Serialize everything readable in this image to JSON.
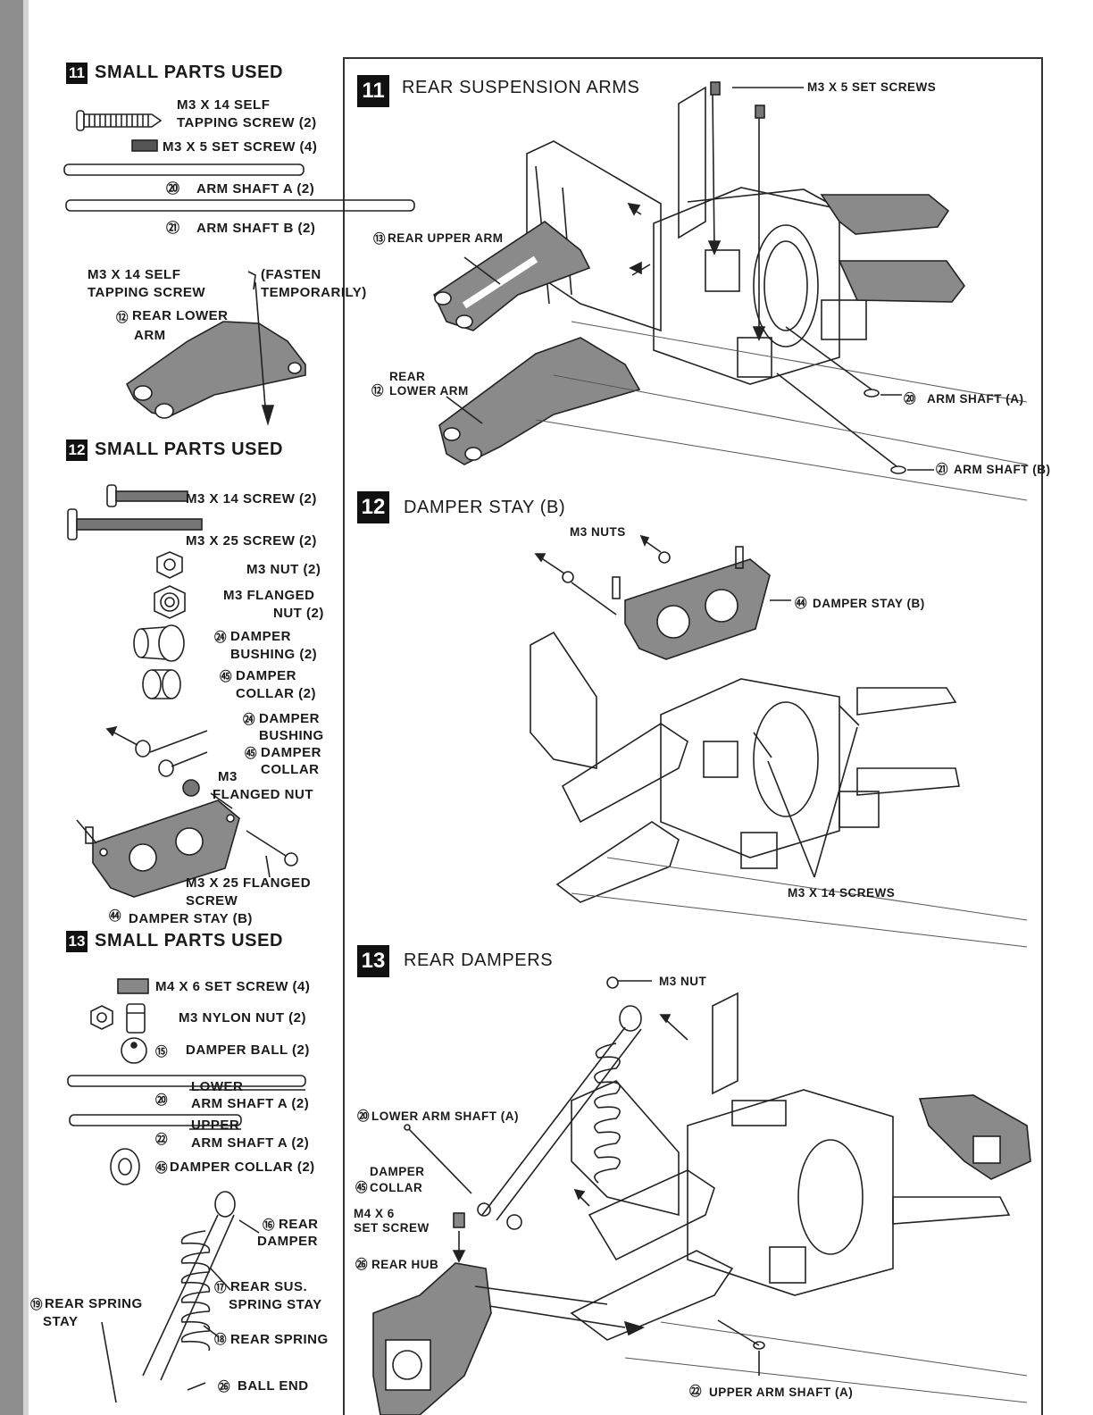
{
  "left": {
    "s11": {
      "number": "11",
      "title": "SMALL PARTS USED",
      "screw14_a": "M3 X 14 SELF",
      "screw14_b": "TAPPING SCREW (2)",
      "setscrew": "M3 X 5 SET SCREW (4)",
      "shaft_a": "ARM SHAFT A (2)",
      "shaft_b": "ARM SHAFT B (2)",
      "note_a": "M3 X 14 SELF",
      "note_b": "TAPPING SCREW",
      "fasten_a": "(FASTEN",
      "fasten_b": "TEMPORARILY)",
      "lower_arm_a": "REAR LOWER",
      "lower_arm_b": "ARM"
    },
    "s12": {
      "number": "12",
      "title": "SMALL PARTS USED",
      "screw14": "M3 X 14 SCREW (2)",
      "screw25": "M3 X 25 SCREW (2)",
      "nut": "M3 NUT (2)",
      "flanged_a": "M3 FLANGED",
      "flanged_b": "NUT (2)",
      "bushing_a": "DAMPER",
      "bushing_b": "BUSHING (2)",
      "collar_a": "DAMPER",
      "collar_b": "COLLAR (2)",
      "d_bushing_a": "DAMPER",
      "d_bushing_b": "BUSHING",
      "d_collar_a": "DAMPER",
      "d_collar_b": "COLLAR",
      "d_m3": "M3",
      "d_flanged": "FLANGED NUT",
      "d_screw25_a": "M3 X 25 FLANGED",
      "d_screw25_b": "SCREW",
      "d_stay": "DAMPER STAY (B)"
    },
    "s13": {
      "number": "13",
      "title": "SMALL PARTS USED",
      "setscrew": "M4 X 6 SET SCREW (4)",
      "nylon": "M3 NYLON NUT (2)",
      "ball": "DAMPER BALL (2)",
      "lower": "LOWER",
      "shaft_a": "ARM SHAFT A (2)",
      "upper": "UPPER",
      "shaft_a2": "ARM SHAFT A (2)",
      "collar": "DAMPER COLLAR (2)",
      "damper_a": "REAR",
      "damper_b": "DAMPER",
      "stay_a": "REAR SUS.",
      "stay_b": "SPRING STAY",
      "spring_stay_a": "REAR SPRING",
      "spring_stay_b": "STAY",
      "spring": "REAR SPRING",
      "ball_end": "BALL END"
    }
  },
  "right": {
    "s11": {
      "number": "11",
      "title": "REAR SUSPENSION ARMS",
      "set_screws": "M3 X 5 SET SCREWS",
      "upper_arm": "REAR UPPER ARM",
      "lower_a": "REAR",
      "lower_b": "LOWER ARM",
      "shaft_a": "ARM SHAFT (A)",
      "shaft_b": "ARM SHAFT (B)"
    },
    "s12": {
      "number": "12",
      "title": "DAMPER STAY (B)",
      "nuts": "M3 NUTS",
      "stay": "DAMPER STAY (B)",
      "screws": "M3 X 14 SCREWS"
    },
    "s13": {
      "number": "13",
      "title": "REAR DAMPERS",
      "nut": "M3 NUT",
      "lower_shaft": "LOWER ARM SHAFT (A)",
      "collar_a": "DAMPER",
      "collar_b": "COLLAR",
      "set_a": "M4 X 6",
      "set_b": "SET SCREW",
      "hub": "REAR HUB",
      "upper_shaft": "UPPER ARM SHAFT (A)"
    }
  },
  "refs": {
    "r20": "⑳",
    "r21": "㉑",
    "r22": "㉒",
    "r24": "㉔",
    "r26": "㉖",
    "r44": "㊹",
    "r45": "㊺",
    "r15": "⑮",
    "r123": "⑫",
    "r124": "⑬",
    "r126": "⑯",
    "r127": "⑰",
    "r128": "⑱",
    "r129": "⑲"
  }
}
